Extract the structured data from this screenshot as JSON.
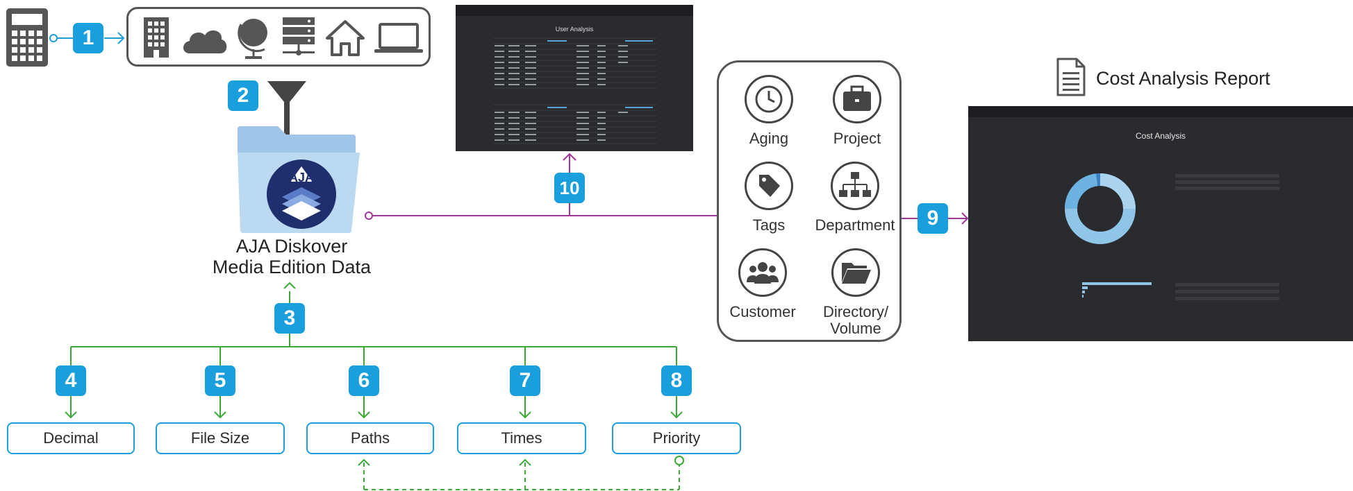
{
  "badges": [
    "1",
    "2",
    "3",
    "4",
    "5",
    "6",
    "7",
    "8",
    "9",
    "10"
  ],
  "folder": {
    "line1": "AJA Diskover",
    "line2": "Media Edition Data",
    "logo_text": "AJA"
  },
  "attributes": [
    "Decimal",
    "File Size",
    "Paths",
    "Times",
    "Priority"
  ],
  "categories": [
    "Aging",
    "Project",
    "Tags",
    "Department",
    "Customer",
    "Directory/ Volume"
  ],
  "report": {
    "title": "Cost Analysis Report"
  },
  "user_analysis": {
    "title": "User Analysis"
  },
  "cost_analysis": {
    "title": "Cost Analysis"
  },
  "sources": [
    "building-icon",
    "cloud-icon",
    "globe-icon",
    "server-icon",
    "home-icon",
    "laptop-icon"
  ],
  "colors": {
    "accent": "#1a9fdc",
    "green": "#3aaa35",
    "purple": "#a0359a",
    "dark": "#2a2b2e",
    "donut_light": "#8fc6e8",
    "donut_mid": "#5aa5d6"
  }
}
